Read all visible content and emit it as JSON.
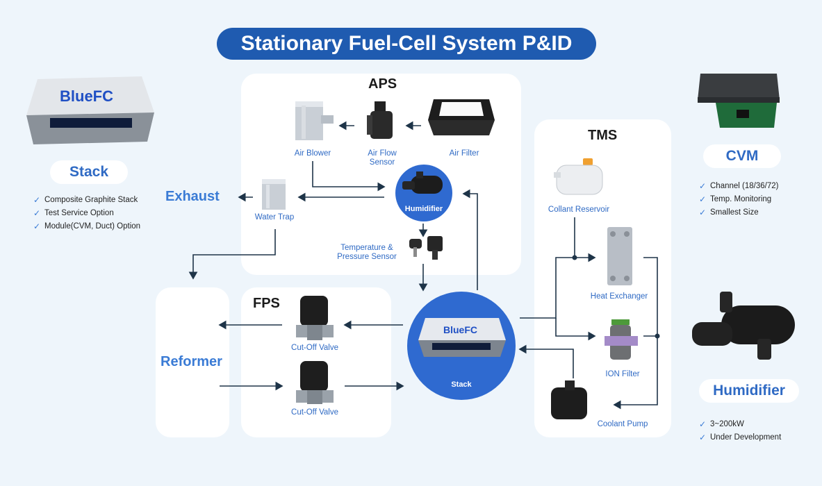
{
  "title": "Stationary Fuel-Cell System P&ID",
  "aps": {
    "heading": "APS",
    "air_blower": "Air Blower",
    "air_flow_sensor": "Air Flow\nSensor",
    "air_filter": "Air Filter",
    "humidifier": "Humidifier",
    "water_trap": "Water Trap",
    "temp_pressure_sensor": "Temperature &\nPressure Sensor"
  },
  "fps": {
    "heading": "FPS",
    "valve_top": "Cut-Off Valve",
    "valve_bottom": "Cut-Off Valve"
  },
  "tms": {
    "heading": "TMS",
    "reservoir": "Collant Reservoir",
    "heat_exchanger": "Heat Exchanger",
    "ion_filter": "ION Filter",
    "coolant_pump": "Coolant Pump"
  },
  "center": {
    "stack": "Stack"
  },
  "exhaust": "Exhaust",
  "reformer": "Reformer",
  "product_stack": {
    "name": "Stack",
    "logo_brand": "BlueFC",
    "features": [
      "Composite Graphite Stack",
      "Test Service Option",
      "Module(CVM, Duct) Option"
    ]
  },
  "product_cvm": {
    "name": "CVM",
    "features": [
      "Channel (18/36/72)",
      "Temp. Monitoring",
      "Smallest Size"
    ]
  },
  "product_humidifier": {
    "name": "Humidifier",
    "features": [
      "3~200kW",
      "Under Development"
    ]
  },
  "colors": {
    "accent": "#1f5bb0",
    "label_blue": "#2f6ac4",
    "circle_blue": "#2f6ad0",
    "background": "#eef5fb",
    "line": "#1e3448"
  },
  "icons": [
    "check-icon",
    "arrow-icon"
  ]
}
